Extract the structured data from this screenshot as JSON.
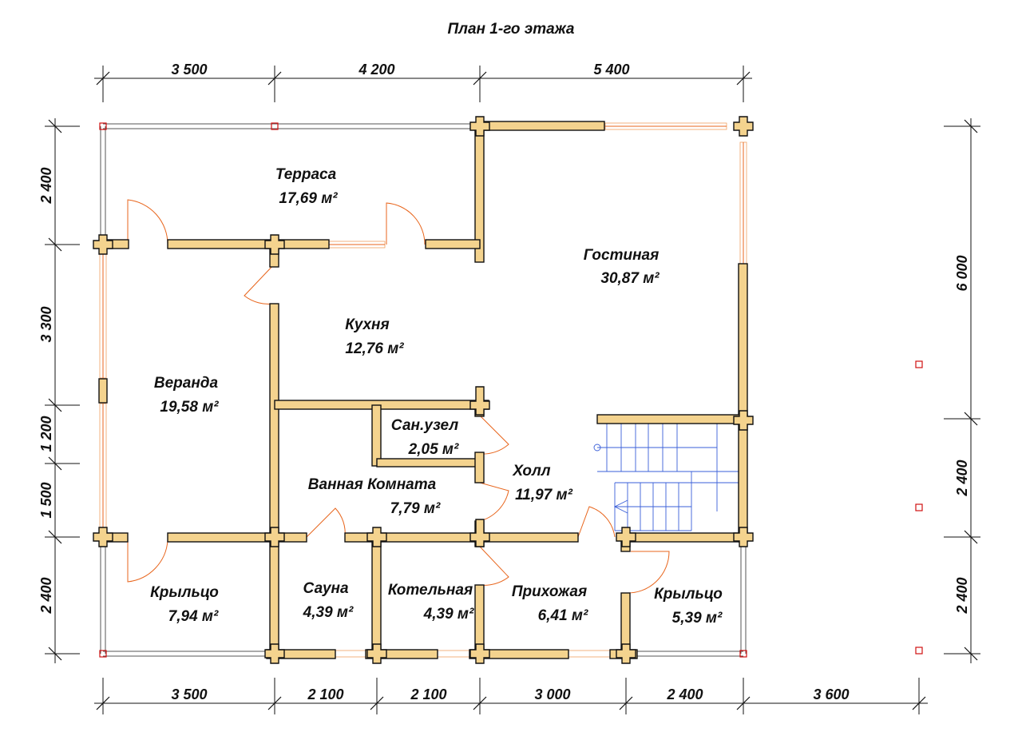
{
  "plan": {
    "title": "План 1-го этажа",
    "dims_top": [
      "3 500",
      "4 200",
      "5 400"
    ],
    "dims_bottom": [
      "3 500",
      "2 100",
      "2 100",
      "3 000",
      "2 400",
      "3 600"
    ],
    "dims_left": [
      "2 400",
      "3 300",
      "1 200",
      "1 500",
      "2 400"
    ],
    "dims_right": [
      "6 000",
      "2 400",
      "2 400"
    ],
    "rooms": [
      {
        "name": "Терраса",
        "area": "17,69 м²"
      },
      {
        "name": "Гостиная",
        "area": "30,87 м²"
      },
      {
        "name": "Кухня",
        "area": "12,76 м²"
      },
      {
        "name": "Веранда",
        "area": "19,58 м²"
      },
      {
        "name": "Сан.узел",
        "area": "2,05 м²"
      },
      {
        "name": "Холл",
        "area": "11,97 м²"
      },
      {
        "name": "Ванная Комната",
        "area": "7,79 м²"
      },
      {
        "name": "Крыльцо",
        "area": "7,94 м²"
      },
      {
        "name": "Сауна",
        "area": "4,39 м²"
      },
      {
        "name": "Котельная",
        "area": "4,39 м²"
      },
      {
        "name": "Прихожая",
        "area": "6,41 м²"
      },
      {
        "name": "Крыльцо",
        "area": "5,39 м²"
      }
    ]
  }
}
